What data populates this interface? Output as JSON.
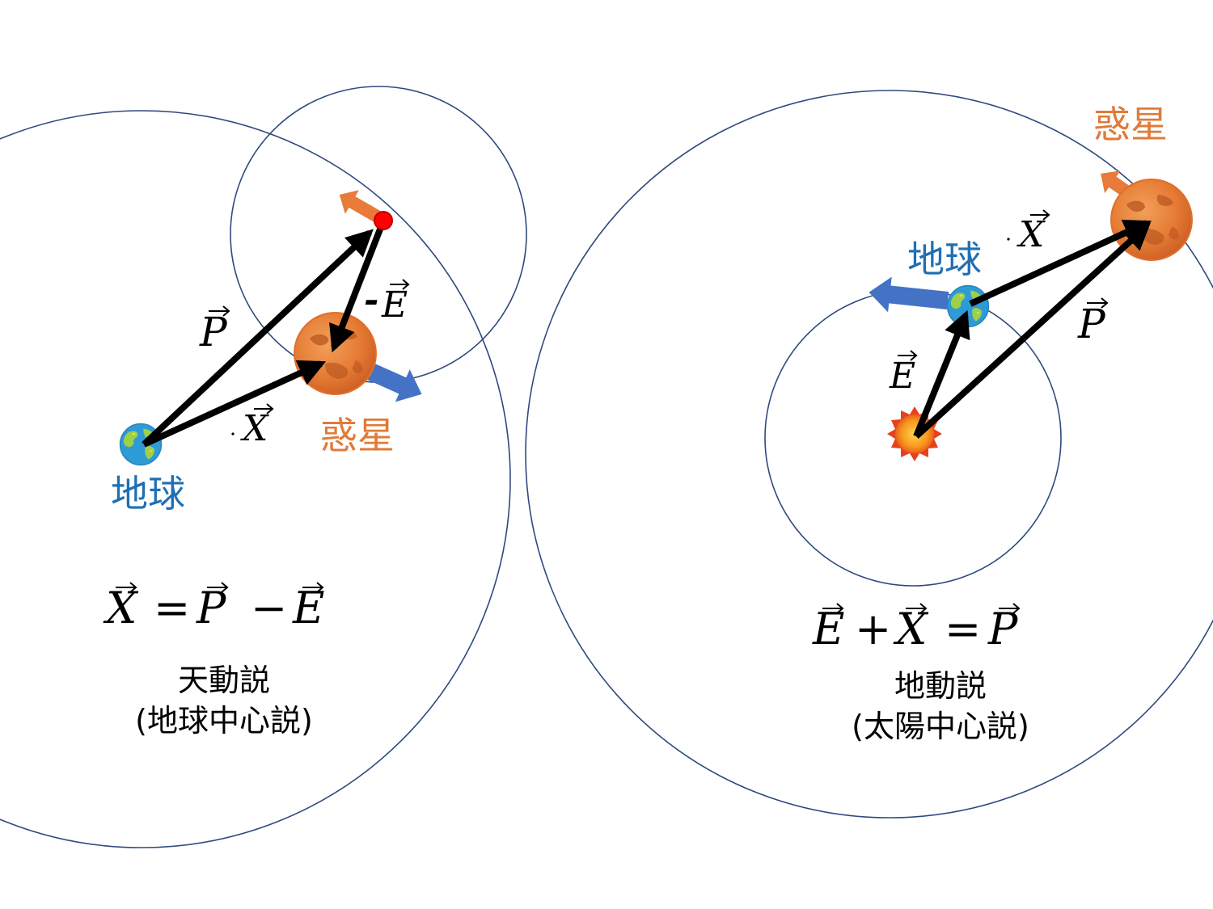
{
  "colors": {
    "orbit": "#2F4A7D",
    "earth_label": "#1F6FB5",
    "planet_label": "#E07B39",
    "vector": "#000000",
    "orange_arrow": "#E97A3A",
    "blue_arrow": "#4472C4",
    "epicycle_point": "#FF0000"
  },
  "left": {
    "earth_label": "地球",
    "planet_label": "惑星",
    "vector_p": "P",
    "vector_x": "X",
    "vector_neg_e_minus": "-",
    "vector_neg_e": "E",
    "equation": {
      "lhs": "X",
      "eq": "=",
      "p": "P",
      "minus": "−",
      "e": "E"
    },
    "caption_line1": "天動説",
    "caption_line2": "(地球中心説)"
  },
  "right": {
    "earth_label": "地球",
    "planet_label": "惑星",
    "vector_p": "P",
    "vector_x": "X",
    "vector_e": "E",
    "equation": {
      "e": "E",
      "plus": "+",
      "x": "X",
      "eq": "=",
      "p": "P"
    },
    "caption_line1": "地動説",
    "caption_line2": "(太陽中心説)"
  },
  "icons": {
    "earth": "earth-icon",
    "planet": "mars-planet-icon",
    "sun": "sun-icon"
  }
}
